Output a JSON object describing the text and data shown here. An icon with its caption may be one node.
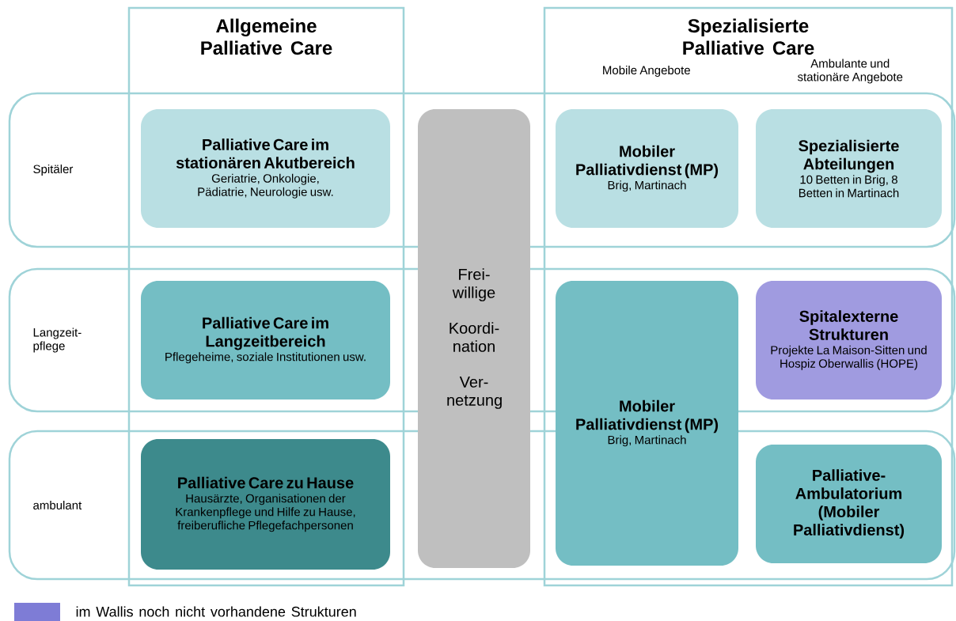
{
  "diagram": {
    "nodes": [
      {
        "text": [
          "Allgemeine Palliative Care"
        ]
      },
      {
        "text": [
          "Spezialisierte Palliative Care",
          "Mobile Angebote",
          "Ambulante und stationäre Angebote"
        ]
      },
      {
        "text": [
          "Spitäler"
        ]
      },
      {
        "text": [
          "Palliative Care im stationären Akutbereich",
          "Geriatrie, Onkologie, Pädiatrie, Neurologie usw."
        ]
      },
      {
        "text": [
          "Frei-willige",
          "Koordi-nation",
          "Ver-netzung"
        ]
      },
      {
        "text": [
          "Mobiler Palliativdienst (MP)",
          "Brig, Martinach"
        ]
      },
      {
        "text": [
          "Spezialisierte Abteilungen",
          "10 Betten in Brig, 8 Betten in Martinach"
        ]
      },
      {
        "text": [
          "Langzeit-pflege"
        ]
      },
      {
        "text": [
          "Palliative Care im Langzeitbereich",
          "Pflegeheime, soziale Institutionen usw."
        ]
      },
      {
        "text": [
          "Mobiler Palliativdienst (MP)",
          "Brig, Martinach"
        ],
        "in": 1
      },
      {
        "text": [
          "Spitalexterne Strukturen",
          "Projekte La Maison-Sitten und Hospiz Oberwallis (HOPE)"
        ]
      },
      {
        "text": [
          "ambulant"
        ]
      },
      {
        "text": [
          "Palliative Care zu Hause",
          "Hausärzte, Organisationen der Krankenpflege und Hilfe zu Hause, freiberufliche Pflegefachpersonen"
        ]
      },
      {
        "text": [
          "Palliative-Ambulatorium (Mobiler Palliativdienst)"
        ]
      }
    ],
    "legend": [
      {
        "text": "im Wallis noch nicht vorhandene Strukturen",
        "color": "#7e7cd6"
      }
    ]
  }
}
